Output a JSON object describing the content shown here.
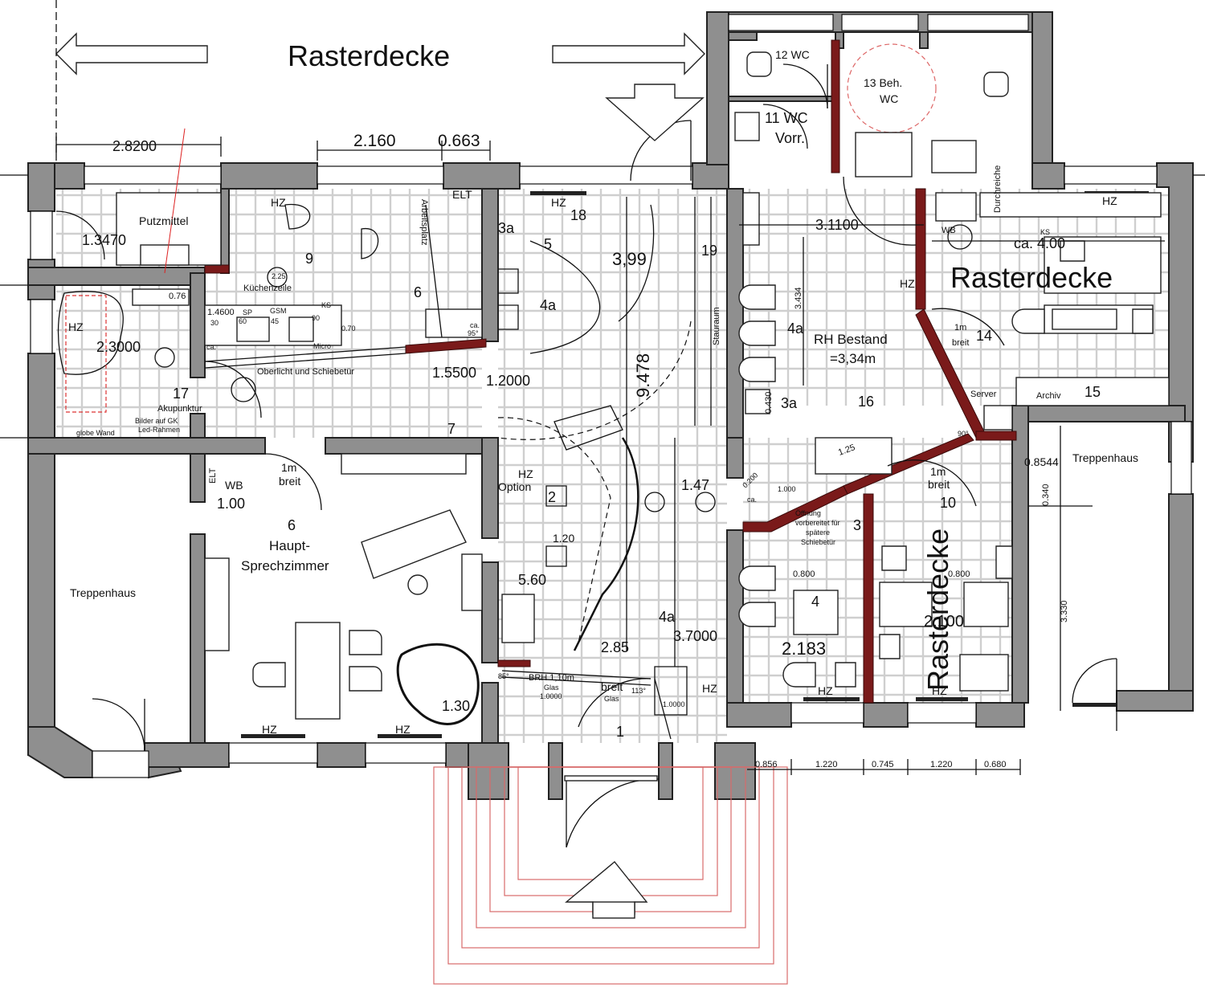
{
  "labels": {
    "rasterdecke_top": "Rasterdecke",
    "rasterdecke_right": "Rasterdecke",
    "rasterdecke_vertical": "Rasterdecke",
    "dim_2820": "2.8200",
    "dim_2160": "2.160",
    "dim_0663": "0.663",
    "dim_31100": "3.1100",
    "dim_400": "ca. 4.00",
    "dim_13470": "1.3470",
    "dim_23000": "2.3000",
    "dim_15500": "1.5500",
    "dim_12000": "1.2000",
    "dim_3_99": "3,99",
    "dim_9478": "9.478",
    "dim_37000": "3.7000",
    "dim_285": "2.85",
    "dim_560": "5.60",
    "dim_120": "1.20",
    "dim_147": "1.47",
    "dim_130": "1.30",
    "dim_2183": "2.183",
    "dim_2100": "2.100",
    "dim_08544": "0.8544",
    "dim_3434": "3.434",
    "dim_0430": "0.430",
    "dim_3330": "3.330",
    "dim_0340": "0.340",
    "dim_0800": "0.800",
    "dim_0800b": "0.800",
    "dim_125": "1.25",
    "dim_100": "1.00",
    "dim_076": "0.76",
    "dim_14600": "1.4600",
    "dim_225": "2.25",
    "dim_0200": "0.200",
    "dim_1000": "1.000",
    "dim_10000": "1.0000",
    "dim_10000b": "1.0000",
    "bottom_dims": [
      "0.856",
      "1.220",
      "0.745",
      "1.220",
      "0.680"
    ],
    "room_12": "12 WC",
    "room_13a": "13   Beh.",
    "room_13b": "WC",
    "room_11a": "11  WC",
    "room_11b": "Vorr.",
    "room_putzmittel": "Putzmittel",
    "room_9": "9",
    "room_kuechenzeile": "Küchenzeile",
    "room_arbeitsplatz": "Arbeitsplatz",
    "room_18": "18",
    "room_5": "5",
    "room_3a_top": "3a",
    "room_4a_a": "4a",
    "room_19": "19",
    "room_stauraum": "Stauraum",
    "room_4a_b": "4a",
    "room_rh_bestand": "RH Bestand",
    "room_rh_height": "=3,34m",
    "room_16": "16",
    "room_3a_b": "3a",
    "room_14": "14",
    "room_15": "15",
    "room_server": "Server",
    "room_archiv": "Archiv",
    "room_durchreiche": "Durchreiche",
    "room_17": "17",
    "room_akupunktur": "Akupunktur",
    "room_bilder": "Bilder auf GK",
    "room_led": "Led-Rahmen",
    "room_globe": "globe Wand",
    "room_oberlicht": "Oberlicht und Schiebetür",
    "room_micro": "Micro",
    "room_6": "6",
    "room_haupt": "Haupt-",
    "room_sprech": "Sprechzimmer",
    "room_treppenhaus_left": "Treppenhaus",
    "room_treppenhaus_right": "Treppenhaus",
    "room_option": "Option",
    "room_4a_c": "4a",
    "room_3": "3",
    "room_10": "10",
    "room_4": "4",
    "room_1": "1",
    "room_2": "2",
    "room_7": "7",
    "room_6b": "6",
    "room_oeffnung": "Öffnung",
    "room_vorbereitet": "vorbereitet für",
    "room_spaetere": "spätere",
    "room_schiebetuer": "Schiebetür",
    "room_brh": "BRH 1,10m",
    "room_glas": "Glas",
    "room_breit": "breit",
    "room_glas2": "Glas",
    "room_1m_breit_a": "1m",
    "room_1m_breit_b": "breit",
    "room_1m_c": "1m",
    "room_breit_c": "breit",
    "room_1m_d": "1m",
    "room_breit_d": "breit",
    "hz": "HZ",
    "elt": "ELT",
    "wb": "WB",
    "ks": "KS",
    "sp": "SP",
    "gsm": "GSM",
    "n60": "60",
    "n45": "45",
    "n90": "90",
    "n070": "0.70",
    "n30": "30",
    "ca95": "95°",
    "ca85": "85°",
    "ca90": "90°",
    "ca113": "113°",
    "ca": "ca."
  }
}
